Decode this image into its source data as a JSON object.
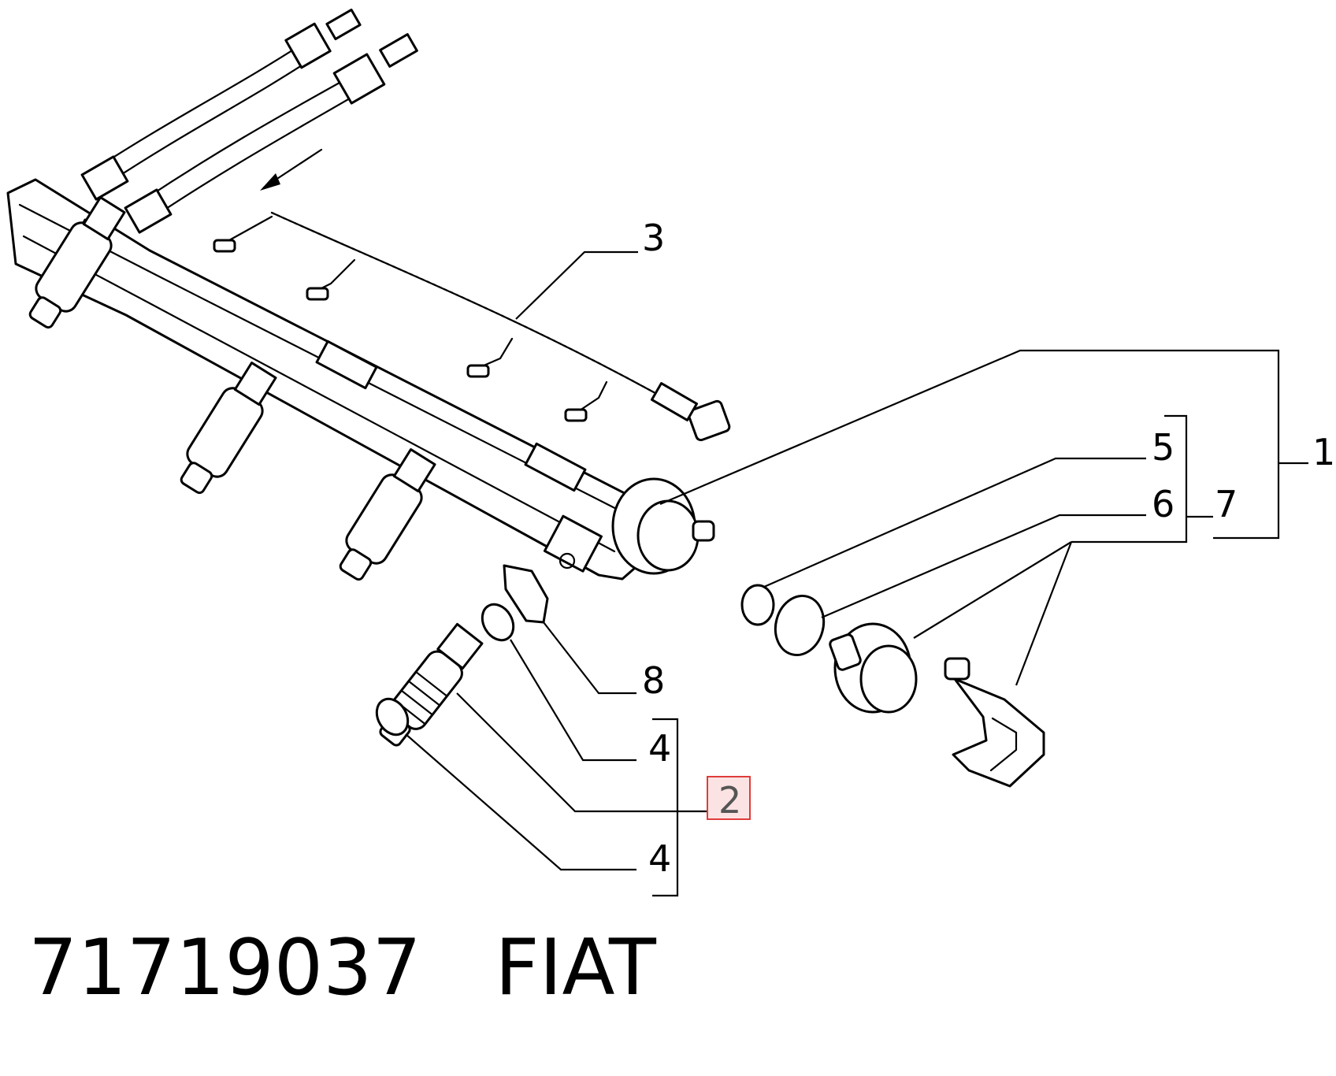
{
  "callouts": [
    {
      "id": "1",
      "text": "1"
    },
    {
      "id": "2",
      "text": "2"
    },
    {
      "id": "3",
      "text": "3"
    },
    {
      "id": "4a",
      "text": "4"
    },
    {
      "id": "4b",
      "text": "4"
    },
    {
      "id": "5",
      "text": "5"
    },
    {
      "id": "6",
      "text": "6"
    },
    {
      "id": "7",
      "text": "7"
    },
    {
      "id": "8",
      "text": "8"
    }
  ],
  "highlight_color": "#e03c3c",
  "caption": {
    "part_number": "71719037",
    "brand": "FIAT"
  }
}
